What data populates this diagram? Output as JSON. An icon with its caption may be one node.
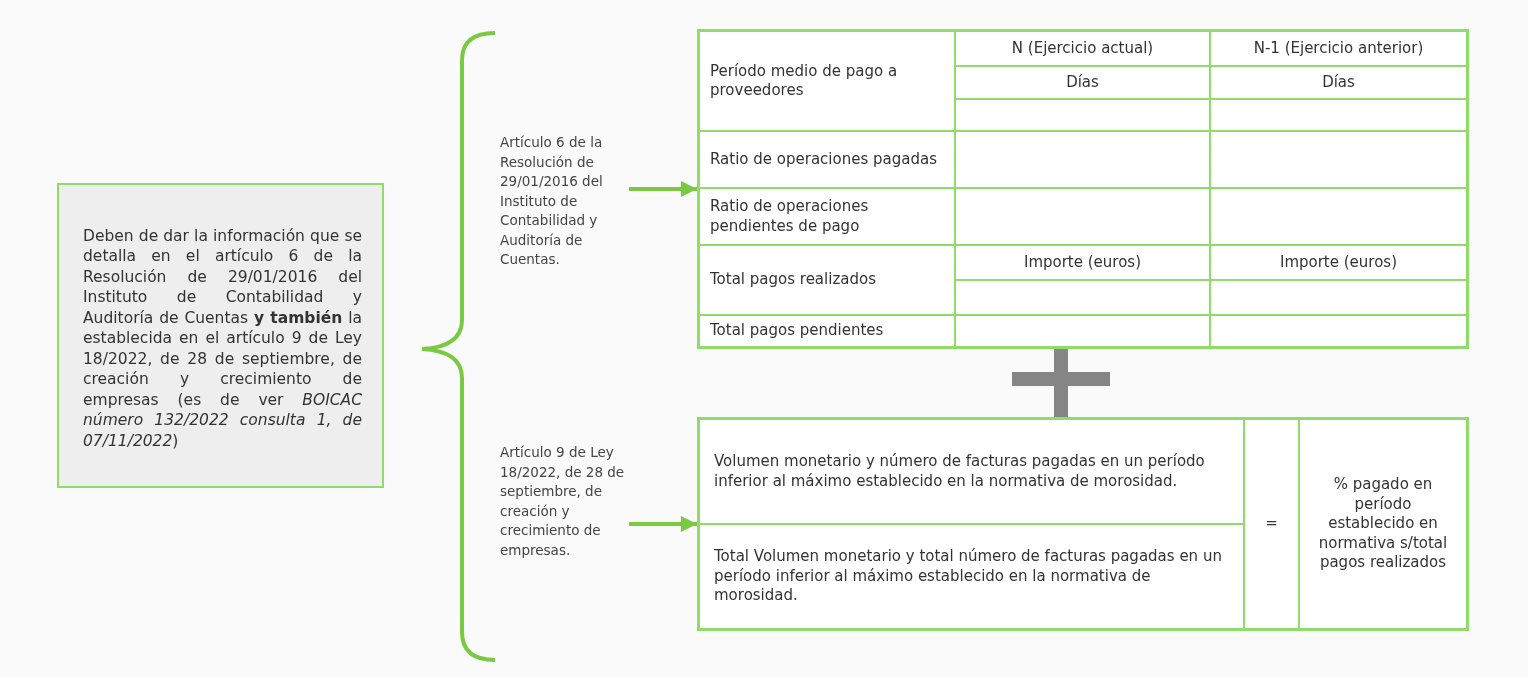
{
  "diagram": {
    "nodes": [
      {
        "text": [
          "Deben de dar la información que se detalla en el artículo 6 de la Resolución de 29/01/2016 del Instituto de Contabilidad y Auditoría de Cuentas **y también** la establecida en el artículo 9 de Ley 18/2022, de 28 de septiembre, de creación y crecimiento de empresas (es de ver *BOICAC número 132/2022 consulta 1, de 07/11/2022*)"
        ]
      },
      {
        "text": [
          "Artículo 6 de la Resolución de 29/01/2016 del Instituto de Contabilidad y Auditoría de Cuentas."
        ]
      },
      {
        "text": [],
        "shape": "box"
      },
      {
        "text": [
          "Artículo 9 de Ley 18/2022, de 28 de septiembre, de creación y crecimiento de empresas."
        ]
      },
      {
        "text": [],
        "shape": "box"
      }
    ],
    "edges": [
      {
        "from": 1,
        "to": 2,
        "arrow": "to"
      },
      {
        "from": 3,
        "to": 4,
        "arrow": "to"
      }
    ],
    "labels": [
      "Período medio de pago a proveedores",
      "N (Ejercicio actual)",
      "N-1 (Ejercicio anterior)",
      "Días",
      "Días",
      "Ratio de operaciones pagadas",
      "Ratio de operaciones pendientes de pago",
      "Total pagos realizados",
      "Importe (euros)",
      "Importe (euros)",
      "Total pagos pendientes",
      "Volumen monetario y número de facturas pagadas en un período inferior al máximo establecido en la normativa de morosidad.",
      "=",
      "% pagado en período establecido en normativa s/total pagos realizados",
      "Total Volumen monetario y total número de facturas pagadas en un período inferior al máximo establecido en la normativa de morosidad."
    ]
  }
}
